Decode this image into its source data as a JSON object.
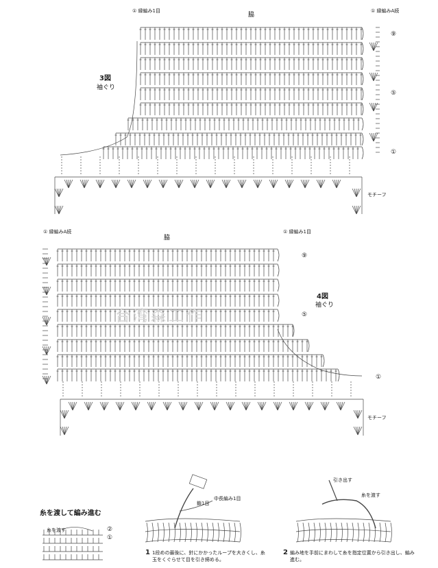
{
  "diagram3": {
    "caption_num": "3図",
    "caption_sub": "袖ぐり",
    "side": "脇",
    "start_left": "① 縁編み1目",
    "start_right": "① 縁編みA続",
    "row_markers": [
      "⑨",
      "⑤",
      "①"
    ],
    "motif": "モチーフ"
  },
  "diagram4": {
    "caption_num": "4図",
    "caption_sub": "袖ぐり",
    "side": "脇",
    "start_left": "① 縁編みA続",
    "start_right": "① 縁編み1目",
    "row_markers": [
      "⑨",
      "⑤",
      "①"
    ],
    "motif": "モチーフ"
  },
  "watermark": "台湾森工作",
  "bridge": {
    "title": "糸を渡して編み進む",
    "pass_label": "糸を渡す",
    "markers": [
      "②",
      "①"
    ]
  },
  "step1": {
    "label_a": "中長編み1目",
    "label_b": "鎖1目",
    "number": "1",
    "text_line1": "1段めの最後に、針にかかったループを大きくし、糸",
    "text_line2": "玉をくぐらせて目を引き締める。"
  },
  "step2": {
    "label_a": "引き出す",
    "label_b": "糸を渡す",
    "number": "2",
    "text_line1": "編み地を手前にまわして糸を指定位置から引き出し、編み",
    "text_line2": "進む。"
  }
}
